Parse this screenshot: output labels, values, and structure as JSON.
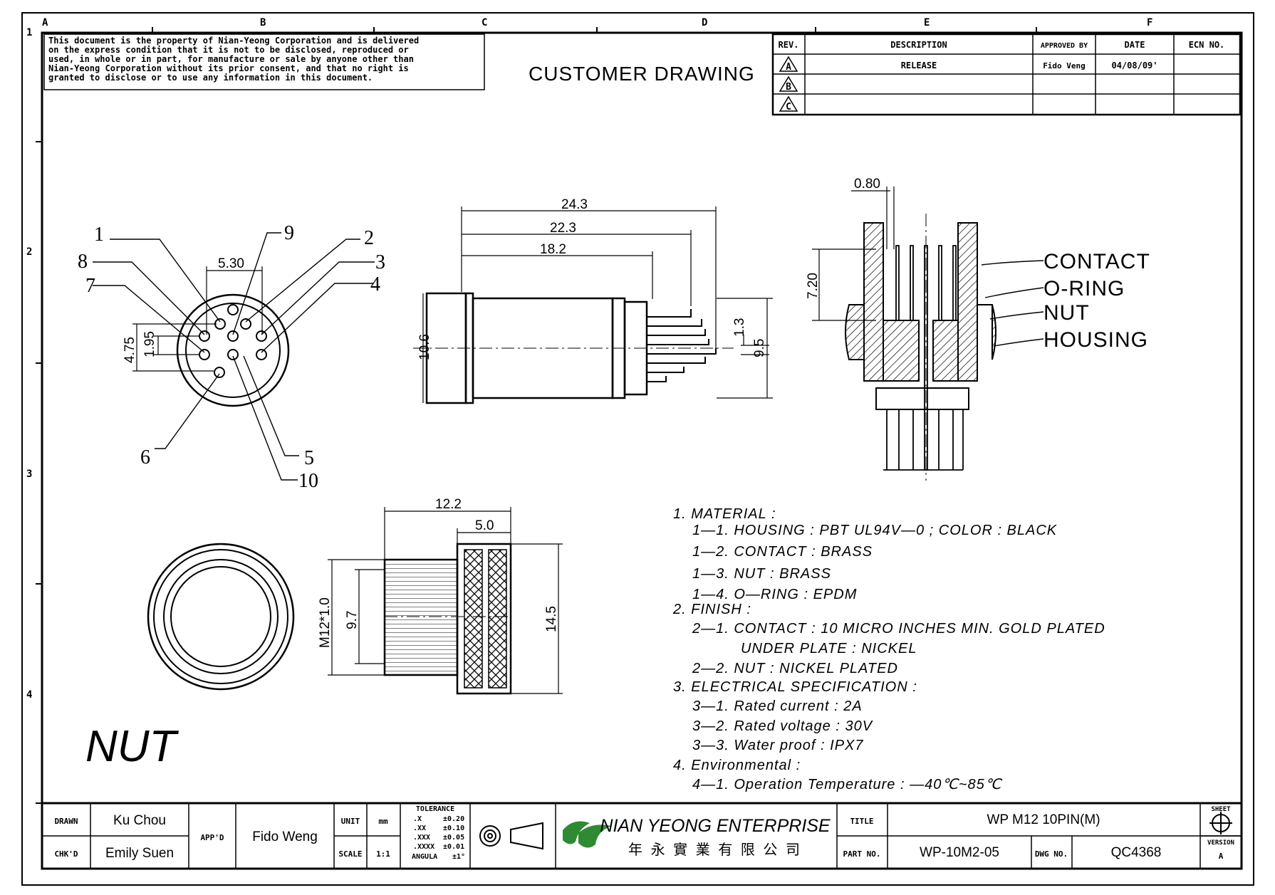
{
  "border": {
    "columns": [
      "A",
      "B",
      "C",
      "D",
      "E",
      "F"
    ],
    "rows": [
      "1",
      "2",
      "3",
      "4"
    ]
  },
  "notice": [
    "This document is the property of Nian-Yeong Corporation and is delivered",
    "on  the  express condition that it is not to be disclosed, reproduced or",
    "used, in whole or in part, for manufacture or sale by anyone other than",
    "Nian-Yeong Corporation without  its prior consent, and that  no right  is",
    "granted to disclose or to use any information in this  document."
  ],
  "heading": "CUSTOMER  DRAWING",
  "revision_table": {
    "headers": [
      "REV.",
      "DESCRIPTION",
      "APPROVED BY",
      "DATE",
      "ECN NO."
    ],
    "rows": [
      {
        "rev": "A",
        "description": "RELEASE",
        "approved_by": "Fido Veng",
        "date": "04/08/09'",
        "ecn": ""
      },
      {
        "rev": "B",
        "description": "",
        "approved_by": "",
        "date": "",
        "ecn": ""
      },
      {
        "rev": "C",
        "description": "",
        "approved_by": "",
        "date": "",
        "ecn": ""
      }
    ]
  },
  "front_view": {
    "pins": [
      "1",
      "2",
      "3",
      "4",
      "5",
      "6",
      "7",
      "8",
      "9",
      "10"
    ],
    "dims": {
      "pitch": "5.30",
      "outer": "4.75",
      "inner": "1.95"
    }
  },
  "side_view": {
    "dims": {
      "l1": "24.3",
      "l2": "22.3",
      "l3": "18.2",
      "dia": "10.6",
      "pin_gap": "1.3",
      "pin_span": "9.5"
    }
  },
  "section_view": {
    "dims": {
      "top": "0.80",
      "height": "7.20"
    },
    "callouts": [
      "CONTACT",
      "O-RING",
      "NUT",
      "HOUSING"
    ]
  },
  "nut_view": {
    "dims": {
      "length": "12.2",
      "knurl": "5.0",
      "thread": "M12*1.0",
      "bore": "9.7",
      "outer": "14.5"
    },
    "label": "NUT"
  },
  "notes": [
    "1.  MATERIAL  :",
    "1—1.  HOUSING  :  PBT  UL94V—0  ;  COLOR  :  BLACK",
    "1—2.  CONTACT  :  BRASS",
    "1—3.  NUT  :  BRASS",
    "1—4.  O—RING  :  EPDM",
    "2.  FINISH  :",
    "2—1.  CONTACT  :  10  MICRO  INCHES  MIN.  GOLD  PLATED",
    "UNDER  PLATE  :  NICKEL",
    "2—2.  NUT  :  NICKEL  PLATED",
    "3.  ELECTRICAL  SPECIFICATION  :",
    "3—1.  Rated  current  :  2A",
    "3—2.  Rated  voltage  :  30V",
    "3—3.  Water  proof  :  IPX7",
    "4.  Environmental  :",
    "4—1.  Operation  Temperature  :  —40℃~85℃"
  ],
  "title_block": {
    "drawn_label": "DRAWN",
    "drawn": "Ku Chou",
    "chkd_label": "CHK'D",
    "chkd": "Emily Suen",
    "appd_label": "APP'D",
    "appd": "Fido Weng",
    "unit_label": "UNIT",
    "unit": "mm",
    "scale_label": "SCALE",
    "scale": "1:1",
    "tolerance_title": "TOLERANCE",
    "tolerances": [
      {
        "k": ".X",
        "v": "±0.20"
      },
      {
        "k": ".XX",
        "v": "±0.10"
      },
      {
        "k": ".XXX",
        "v": "±0.05"
      },
      {
        "k": ".XXXX",
        "v": "±0.01"
      },
      {
        "k": "ANGULA",
        "v": "±1°"
      }
    ],
    "company": "NIAN YEONG ENTERPRISE",
    "company_cn": "年 永 實 業 有 限 公 司",
    "title_label": "TITLE",
    "title": "WP  M12  10PIN(M)",
    "part_label": "PART NO.",
    "part_no": "WP-10M2-05",
    "dwg_label": "DWG NO.",
    "dwg_no": "QC4368",
    "sheet_label": "SHEET",
    "version_label": "VERSION",
    "version": "A"
  }
}
